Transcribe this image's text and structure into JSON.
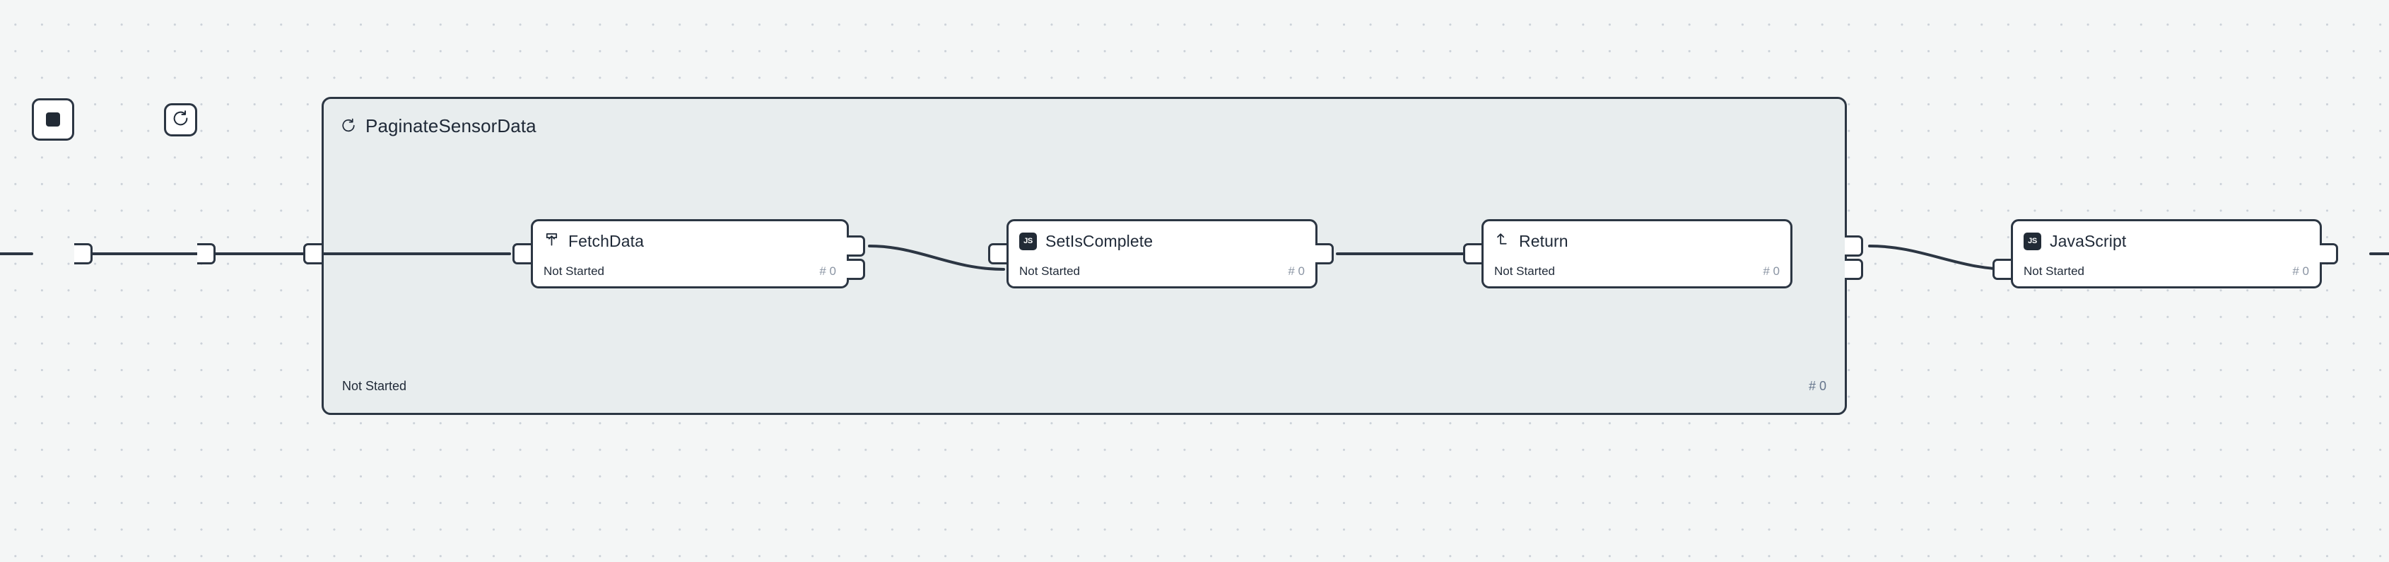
{
  "canvas": {
    "background_color": "#f4f6f6",
    "grid_dot_color": "#ccd2d9",
    "border_color": "#2c3643",
    "node_fill": "#ffffff",
    "container_fill": "#e8edee",
    "status_color": "#1f2937",
    "count_color": "#8a94a3"
  },
  "start_node": {
    "name": "start-node",
    "icon": "stop-square-icon"
  },
  "loop_container": {
    "title": "PaginateSensorData",
    "icon": "loop-refresh-icon",
    "footer_status": "Not Started",
    "footer_count": "# 0",
    "input_ports": 1,
    "output_ports": 2
  },
  "loop_start_node": {
    "name": "loop-start-node",
    "icon": "loop-refresh-icon"
  },
  "nodes": [
    {
      "id": "fetch-data",
      "title": "FetchData",
      "icon": "subflow-enter-icon",
      "status": "Not Started",
      "count": "# 0",
      "input_ports": 1,
      "output_ports": 2
    },
    {
      "id": "set-is-complete",
      "title": "SetIsComplete",
      "icon": "javascript-icon",
      "icon_label": "JS",
      "status": "Not Started",
      "count": "# 0",
      "input_ports": 1,
      "output_ports": 1
    },
    {
      "id": "return",
      "title": "Return",
      "icon": "arrow-turn-up-icon",
      "status": "Not Started",
      "count": "# 0",
      "input_ports": 1,
      "output_ports": 0
    },
    {
      "id": "javascript",
      "title": "JavaScript",
      "icon": "javascript-icon",
      "icon_label": "JS",
      "status": "Not Started",
      "count": "# 0",
      "input_ports": 1,
      "output_ports": 1
    }
  ]
}
